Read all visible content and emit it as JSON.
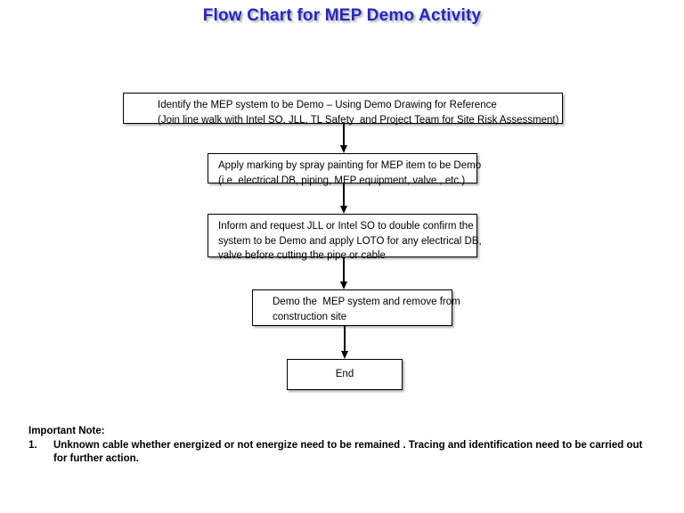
{
  "title": "Flow Chart for MEP Demo Activity",
  "theme": {
    "title_color": "#2526c4",
    "box_border_color": "#000000",
    "box_fill_color": "#ffffff",
    "arrow_color": "#000000",
    "page_background": "#ffffff",
    "text_color": "#000000"
  },
  "flow": {
    "nodes": [
      {
        "id": "identify",
        "lines": [
          "Identify the MEP system to be Demo – Using Demo Drawing for Reference",
          "(Join line walk with Intel SO, JLL, TL Safety  and Project Team for Site Risk Assessment)"
        ]
      },
      {
        "id": "marking",
        "lines": [
          "Apply marking by spray painting for MEP item to be Demo",
          "(i.e. electrical DB, piping, MEP equipment, valve , etc.)"
        ]
      },
      {
        "id": "inform",
        "lines": [
          "Inform and request JLL or Intel SO to double confirm the",
          "system to be Demo and apply LOTO for any electrical DB,",
          "valve before cutting the pipe or cable"
        ]
      },
      {
        "id": "demo",
        "lines": [
          "Demo the  MEP system and remove from",
          "construction site"
        ]
      },
      {
        "id": "end",
        "lines": [
          "End"
        ]
      }
    ],
    "connectors": [
      {
        "id": "identify-to-marking",
        "from": "identify",
        "to": "marking"
      },
      {
        "id": "marking-to-inform",
        "from": "marking",
        "to": "inform"
      },
      {
        "id": "inform-to-demo",
        "from": "inform",
        "to": "demo"
      },
      {
        "id": "demo-to-end",
        "from": "demo",
        "to": "end"
      }
    ]
  },
  "note": {
    "heading": "Important Note:",
    "items": [
      {
        "number": "1.",
        "text": "Unknown cable whether energized or not energize need to be remained . Tracing and identification need to be carried out for further action."
      }
    ]
  }
}
